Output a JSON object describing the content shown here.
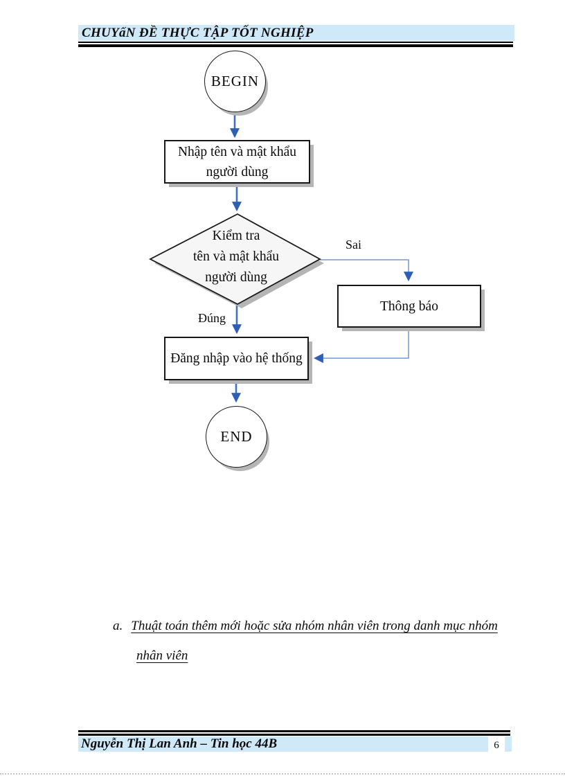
{
  "header": {
    "title": "CHUYấN ĐỀ THỰC TẬP TỐT NGHIỆP"
  },
  "flowchart": {
    "begin": "BEGIN",
    "end": "END",
    "input_step": {
      "line1": "Nhập tên và mật khẩu",
      "line2": "người dùng"
    },
    "decision": {
      "line1": "Kiểm tra",
      "line2": "tên và mật khẩu",
      "line3": "người dùng"
    },
    "branch_false": "Sai",
    "branch_true": "Đúng",
    "notify_step": "Thông báo",
    "login_step": "Đăng nhập vào hệ thống"
  },
  "caption": {
    "marker": "a.",
    "text_line1": "Thuật toán thêm mới hoặc sửa nhóm nhân viên trong danh mục nhóm",
    "text_line2": "nhân viên"
  },
  "footer": {
    "author": "Nguyễn Thị Lan Anh – Tin học 44B",
    "page_number": "6"
  },
  "colors": {
    "header_footer_bg": "#cfe9f8",
    "arrow_blue": "#3f6ec2",
    "connector_light_blue": "#7298d2",
    "arrowhead_blue": "#2e5fb5",
    "shape_shadow_gray": "#b5b5b5",
    "diamond_fill": "#f6f6f7"
  }
}
